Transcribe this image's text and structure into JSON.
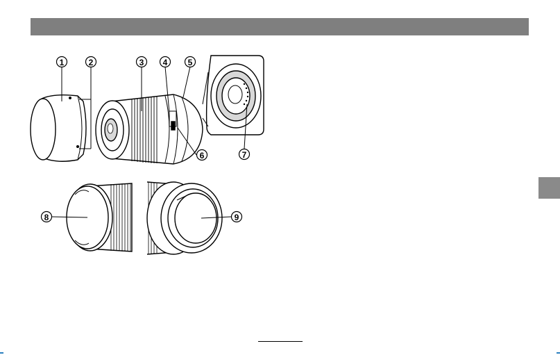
{
  "callouts": [
    "1",
    "2",
    "3",
    "4",
    "5",
    "6",
    "7",
    "8",
    "9"
  ],
  "colors": {
    "header_bar": "#7f7f7f",
    "side_tab": "#8a8a8a",
    "line_art": "#000000",
    "shading": "#d8d8d8"
  }
}
